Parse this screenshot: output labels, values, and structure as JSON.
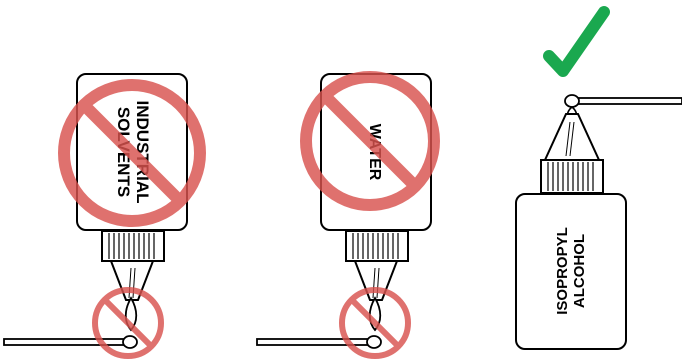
{
  "bottles": [
    {
      "label": "INDUSTRIAL SOLVENTS",
      "label_lines": [
        "INDUSTRIAL",
        "SOLVENTS"
      ],
      "status": "prohibited"
    },
    {
      "label": "WATER",
      "label_lines": [
        "WATER"
      ],
      "status": "prohibited"
    },
    {
      "label": "ISOPROPYL ALCOHOL",
      "label_lines": [
        "ISOPROPYL",
        "ALCOHOL"
      ],
      "status": "approved"
    }
  ],
  "icons": {
    "prohibited": "prohibition-icon",
    "approved": "checkmark-icon"
  },
  "colors": {
    "prohibition": "#d9534f",
    "checkmark": "#1aa84f",
    "outline": "#000000"
  }
}
